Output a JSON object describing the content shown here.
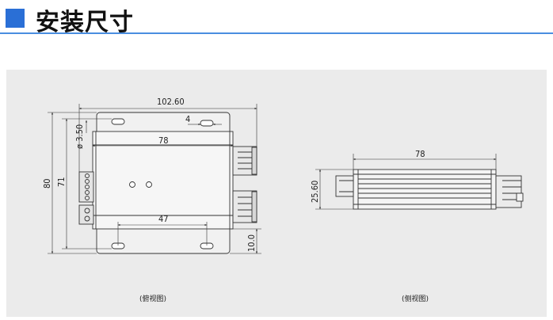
{
  "header": {
    "title": "安装尺寸",
    "accent_color": "#2a6fd6",
    "rule_color": "#4a8ee0"
  },
  "panel": {
    "background": "#ebebeb"
  },
  "top_view": {
    "caption": "(俯视图)",
    "dims": {
      "overall_width": "102.60",
      "slot_width": "4",
      "hole_dia": "ø 3.50",
      "body_width": "78",
      "overall_height": "80",
      "inner_height": "71",
      "hole_spacing": "47",
      "edge_offset": "10.0"
    }
  },
  "side_view": {
    "caption": "(侧视图)",
    "dims": {
      "body_width": "78",
      "height": "25.60"
    }
  }
}
